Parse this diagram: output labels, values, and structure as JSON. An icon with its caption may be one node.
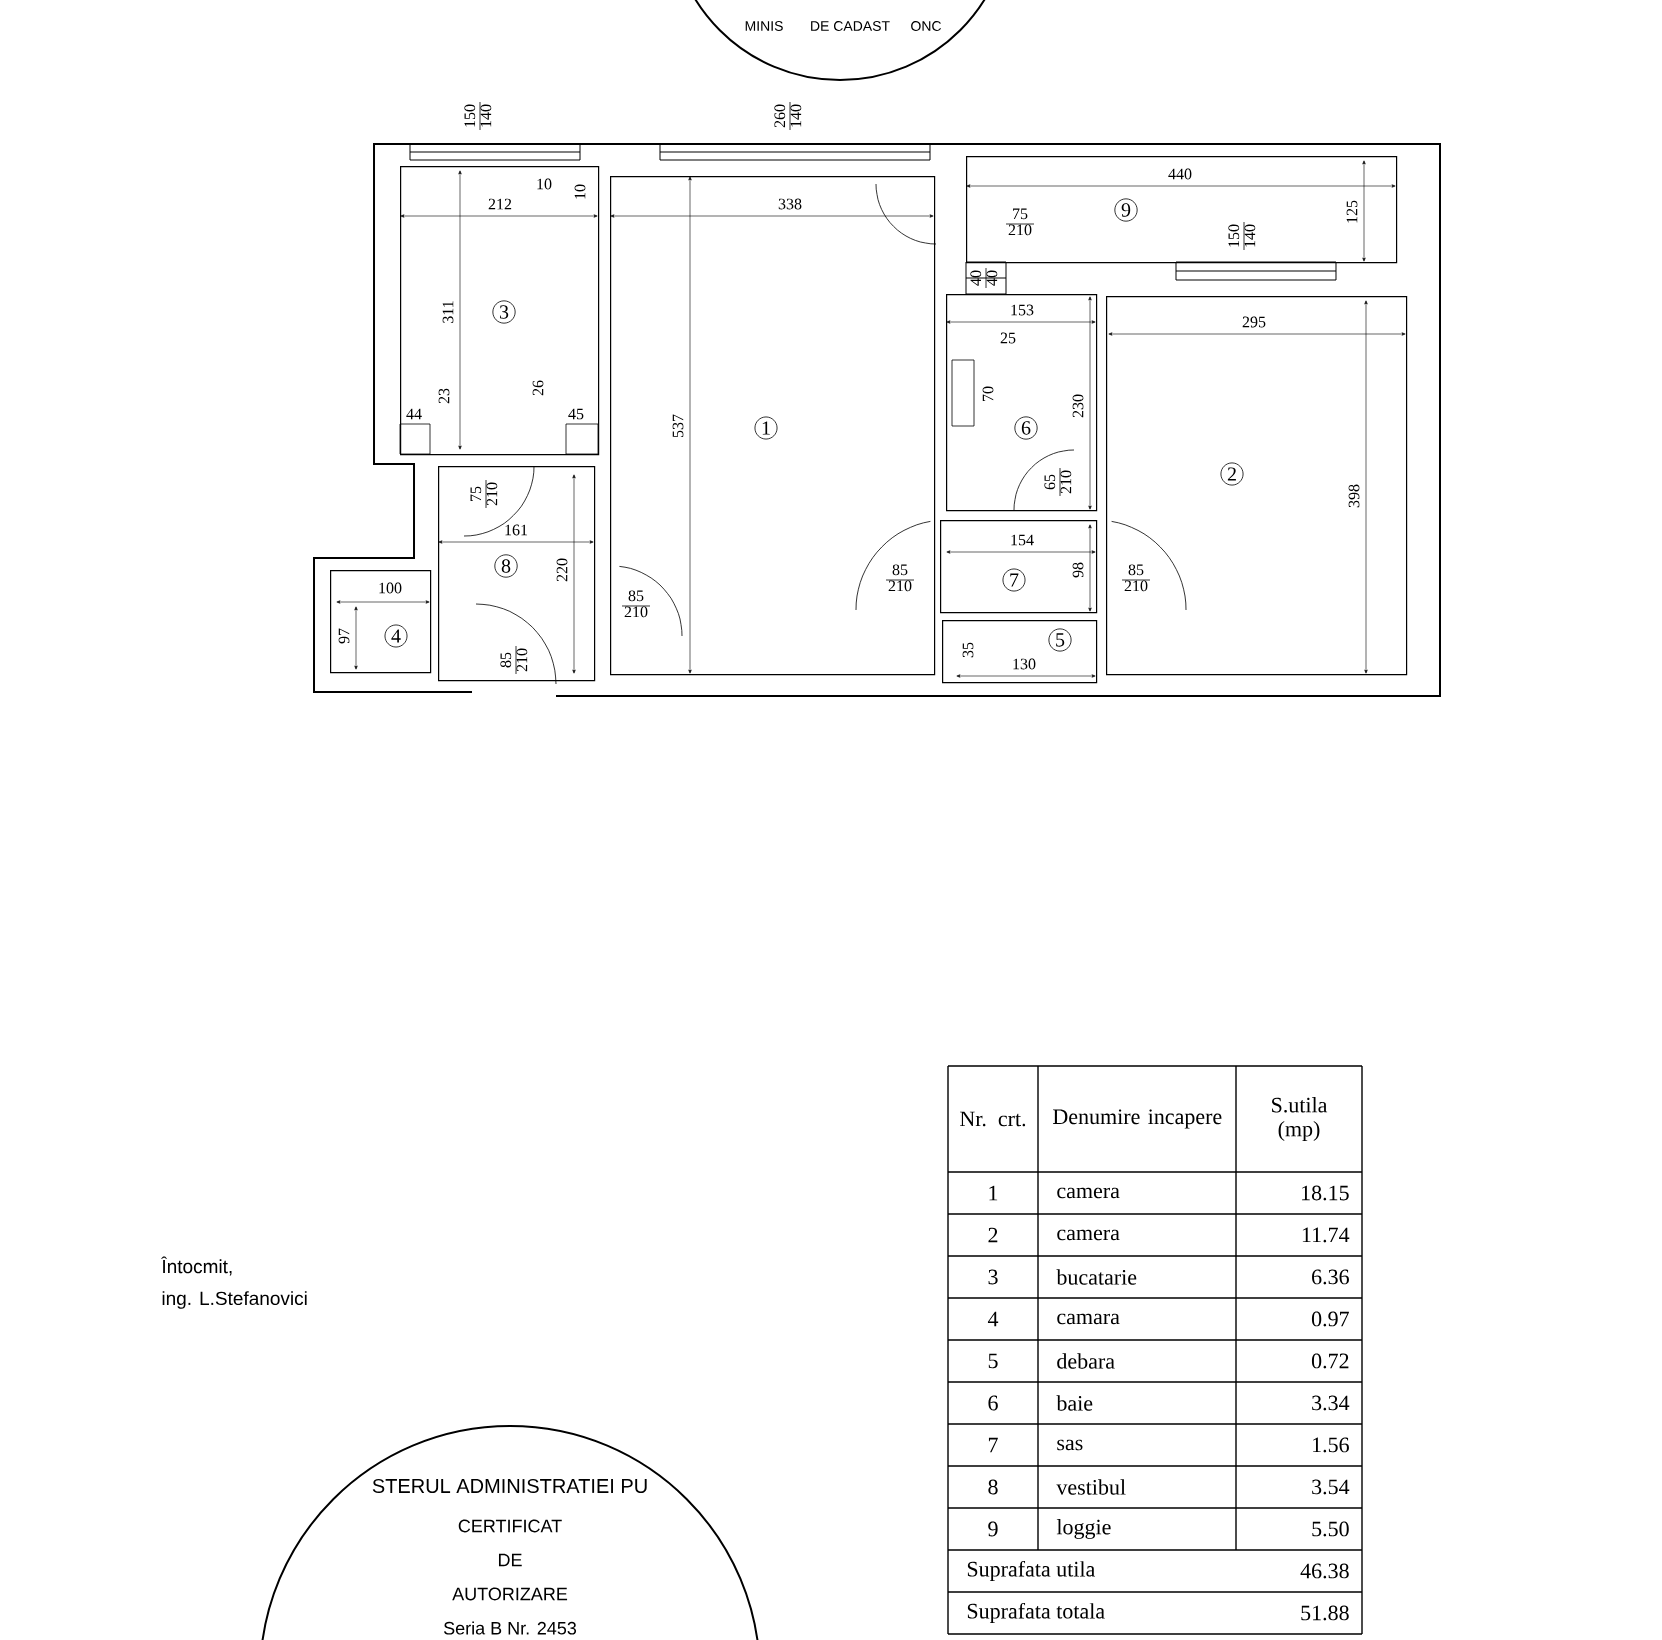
{
  "diagram": {
    "nodes": [
      {
        "text": [
          "MINIS",
          "DE CADAST",
          "ONC"
        ]
      },
      {
        "text": [
          "1"
        ]
      },
      {
        "text": [
          "2"
        ]
      },
      {
        "text": [
          "3"
        ]
      },
      {
        "text": [
          "4"
        ]
      },
      {
        "text": [
          "5"
        ]
      },
      {
        "text": [
          "6"
        ]
      },
      {
        "text": [
          "7"
        ]
      },
      {
        "text": [
          "8"
        ]
      },
      {
        "text": [
          "9"
        ]
      },
      {
        "text": [
          "STERUL ADMINISTRATIEI PU",
          "CERTIFICAT",
          "DE",
          "AUTORIZARE",
          "Seria B Nr. 2453"
        ]
      }
    ],
    "labels": [
      "150",
      "140",
      "260",
      "140",
      "10",
      "10",
      "212",
      "338",
      "75",
      "210",
      "440",
      "125",
      "150",
      "140",
      "40",
      "40",
      "311",
      "23",
      "26",
      "44",
      "45",
      "537",
      "75",
      "210",
      "161",
      "220",
      "85",
      "210",
      "100",
      "97",
      "85",
      "210",
      "153",
      "25",
      "70",
      "230",
      "65",
      "210",
      "154",
      "85",
      "210",
      "98",
      "85",
      "210",
      "35",
      "130",
      "295",
      "398",
      "Întocmit,",
      "ing. L.Stefanovici",
      "Nr. crt.",
      "Denumire incapere",
      "S.utila (mp)",
      "1",
      "camera",
      "18.15",
      "2",
      "camera",
      "11.74",
      "3",
      "bucatarie",
      "6.36",
      "4",
      "camara",
      "0.97",
      "5",
      "debara",
      "0.72",
      "6",
      "baie",
      "3.34",
      "7",
      "sas",
      "1.56",
      "8",
      "vestibul",
      "3.54",
      "9",
      "loggie",
      "5.50",
      "Suprafata utila",
      "46.38",
      "Suprafata totala",
      "51.88"
    ]
  }
}
